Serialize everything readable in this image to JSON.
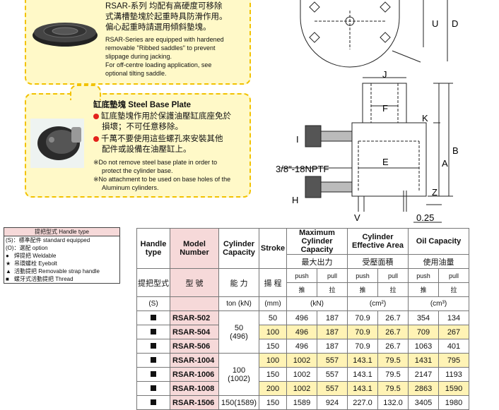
{
  "card1": {
    "title": "RSAR-系列 均配有高硬度可移除",
    "line2": "式溝槽墊塊於起重時具防滑作用。",
    "line3": "偏心起重時請選用傾斜墊塊。",
    "en1": "RSAR-Series are equipped with hardened",
    "en2": "removable \"Ribbed saddles\" to prevent",
    "en3": "slippage during jacking.",
    "en4": "For off-centre loading application, see",
    "en5": "optional tilting saddle."
  },
  "card2": {
    "title_zh": "缸底墊塊",
    "title_en": "Steel Base Plate",
    "b1a": "缸底墊塊作用於保護油壓缸底座免於",
    "b1b": "損壞；不可任意移除。",
    "b2a": "千萬不要使用這些螺孔來安裝其他",
    "b2b": "配件或設備在油壓缸上。",
    "n1a": "※Do not remove steel base plate in order to",
    "n1b": "protect the cylinder base.",
    "n2a": "※No attachment to be used on base holes of the",
    "n2b": "Aluminum cylinders."
  },
  "legend": {
    "title": "提把型式 Handle type",
    "s": "(S)：標準配件 standard equipped",
    "o": "(O)：選配 option",
    "i1": "焊提把 Weldable",
    "i2": "吊環螺栓 Eyebolt",
    "i3": "活動提把 Removable strap handle",
    "i4": "螺牙式活動提把 Thread",
    "sym1": "●",
    "sym2": "★",
    "sym3": "▲",
    "sym4": "■"
  },
  "diagram": {
    "labels": {
      "U": "U",
      "D": "D",
      "J": "J",
      "F": "F",
      "K": "K",
      "I": "I",
      "E": "E",
      "B": "B",
      "A": "A",
      "thread": "3/8\"-18NPTF",
      "H": "H",
      "Z": "Z",
      "V": "V",
      "val": "0.25"
    }
  },
  "table": {
    "h_handle": "Handle type",
    "h_model": "Model Number",
    "h_cap": "Cylinder Capacity",
    "h_stroke": "Stroke",
    "h_max": "Maximum Cylinder Capacity",
    "h_max_zh": "最大出力",
    "h_area": "Cylinder Effective Area",
    "h_area_zh": "受壓面積",
    "h_oil": "Oil Capacity",
    "h_oil_zh": "使用油量",
    "push": "push",
    "pull": "pull",
    "push_zh": "推",
    "pull_zh": "拉",
    "z_handle": "提把型式",
    "z_model": "型 號",
    "z_cap": "能 力",
    "z_stroke": "揚 程",
    "u_handle": "(S)",
    "u_cap": "ton (kN)",
    "u_stroke": "(mm)",
    "u_kn": "(kN)",
    "u_cm2": "(cm²)",
    "u_cm3": "(cm³)",
    "rows": [
      {
        "model": "RSAR-502",
        "stroke": "50",
        "mp": "496",
        "ml": "187",
        "ap": "70.9",
        "al": "26.7",
        "op": "354",
        "ol": "134",
        "hl": false
      },
      {
        "model": "RSAR-504",
        "stroke": "100",
        "mp": "496",
        "ml": "187",
        "ap": "70.9",
        "al": "26.7",
        "op": "709",
        "ol": "267",
        "hl": true
      },
      {
        "model": "RSAR-506",
        "stroke": "150",
        "mp": "496",
        "ml": "187",
        "ap": "70.9",
        "al": "26.7",
        "op": "1063",
        "ol": "401",
        "hl": false
      },
      {
        "model": "RSAR-1004",
        "stroke": "100",
        "mp": "1002",
        "ml": "557",
        "ap": "143.1",
        "al": "79.5",
        "op": "1431",
        "ol": "795",
        "hl": true
      },
      {
        "model": "RSAR-1006",
        "stroke": "150",
        "mp": "1002",
        "ml": "557",
        "ap": "143.1",
        "al": "79.5",
        "op": "2147",
        "ol": "1193",
        "hl": false
      },
      {
        "model": "RSAR-1008",
        "stroke": "200",
        "mp": "1002",
        "ml": "557",
        "ap": "143.1",
        "al": "79.5",
        "op": "2863",
        "ol": "1590",
        "hl": true
      },
      {
        "model": "RSAR-1506",
        "stroke": "150",
        "mp": "1589",
        "ml": "924",
        "ap": "227.0",
        "al": "132.0",
        "op": "3405",
        "ol": "1980",
        "hl": false
      }
    ],
    "cap50": "50",
    "cap50kn": "(496)",
    "cap100": "100",
    "cap100kn": "(1002)",
    "cap150": "150(1589)"
  }
}
